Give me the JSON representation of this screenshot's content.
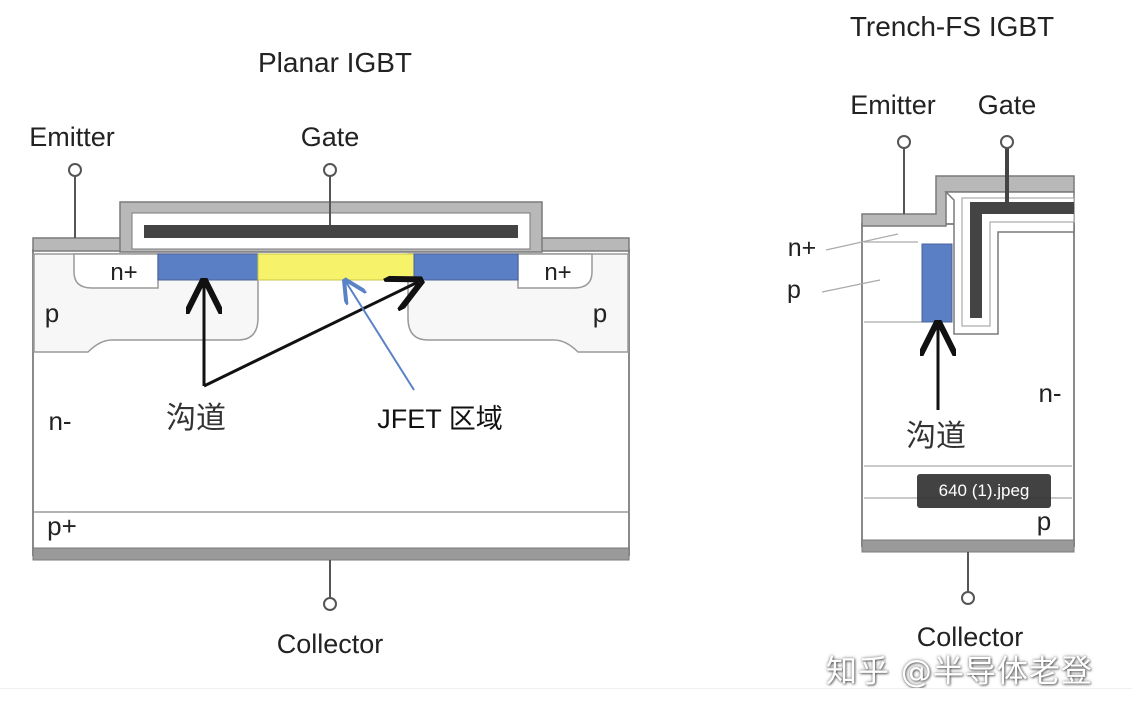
{
  "planar": {
    "title": "Planar IGBT",
    "emitter": "Emitter",
    "gate": "Gate",
    "collector": "Collector",
    "n_plus_left": "n+",
    "n_plus_right": "n+",
    "p_left": "p",
    "p_right": "p",
    "n_minus": "n-",
    "p_plus": "p+",
    "channel_label": "沟道",
    "jfet_label": "JFET 区域"
  },
  "trench": {
    "title": "Trench-FS IGBT",
    "emitter": "Emitter",
    "gate": "Gate",
    "collector": "Collector",
    "n_plus": "n+",
    "p": "p",
    "n_minus": "n-",
    "p_bottom": "p",
    "channel_label": "沟道"
  },
  "tooltip": "640 (1).jpeg",
  "watermark": "知乎 @半导体老登",
  "colors": {
    "channel": "#5b7fc4",
    "jfet": "#f6f26a",
    "oxide": "#888888",
    "gate_bar": "#444444",
    "arrow_blue": "#5a82c6"
  }
}
